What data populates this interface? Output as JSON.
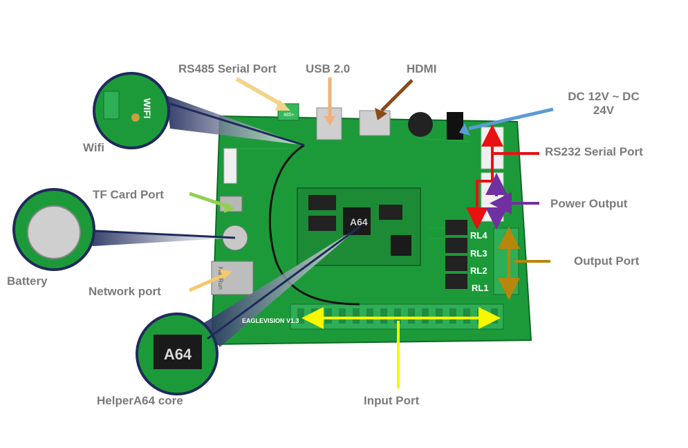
{
  "labels": {
    "rs485": "RS485 Serial Port",
    "usb": "USB 2.0",
    "hdmi": "HDMI",
    "dc_line1": "DC 12V ~ DC",
    "dc_line2": "24V",
    "wifi": "Wifi",
    "rs232": "RS232 Serial Port",
    "tf_card": "TF Card Port",
    "power_output": "Power Output",
    "battery": "Battery",
    "output_port": "Output Port",
    "network": "Network port",
    "core": "HelperA64 core",
    "input_port": "Input Port"
  },
  "board_text": {
    "brand": "EAGLEVISION V1.3",
    "rl4": "RL4",
    "rl3": "RL3",
    "rl2": "RL2",
    "rl1": "RL1",
    "chip": "A64",
    "chip_small": "A64",
    "wifi_silk": "WIFI",
    "rs485_silk": "485+",
    "jack_text": "HanRun"
  },
  "colors": {
    "board": "#1c9a3a",
    "board_dark": "#137a2b",
    "label": "#7a7a7a",
    "rs485_arrow": "#f2d48a",
    "usb_arrow": "#f0b07a",
    "hdmi_arrow": "#8a4a1a",
    "dc_arrow": "#5b9bd5",
    "rs232_arrow": "#e81010",
    "power_arrow": "#7030a0",
    "output_arrow": "#b8860b",
    "input_arrow": "#f7f700",
    "tf_arrow": "#92d050",
    "network_arrow": "#f7c96a",
    "callout_line": "#1f2a5a"
  }
}
